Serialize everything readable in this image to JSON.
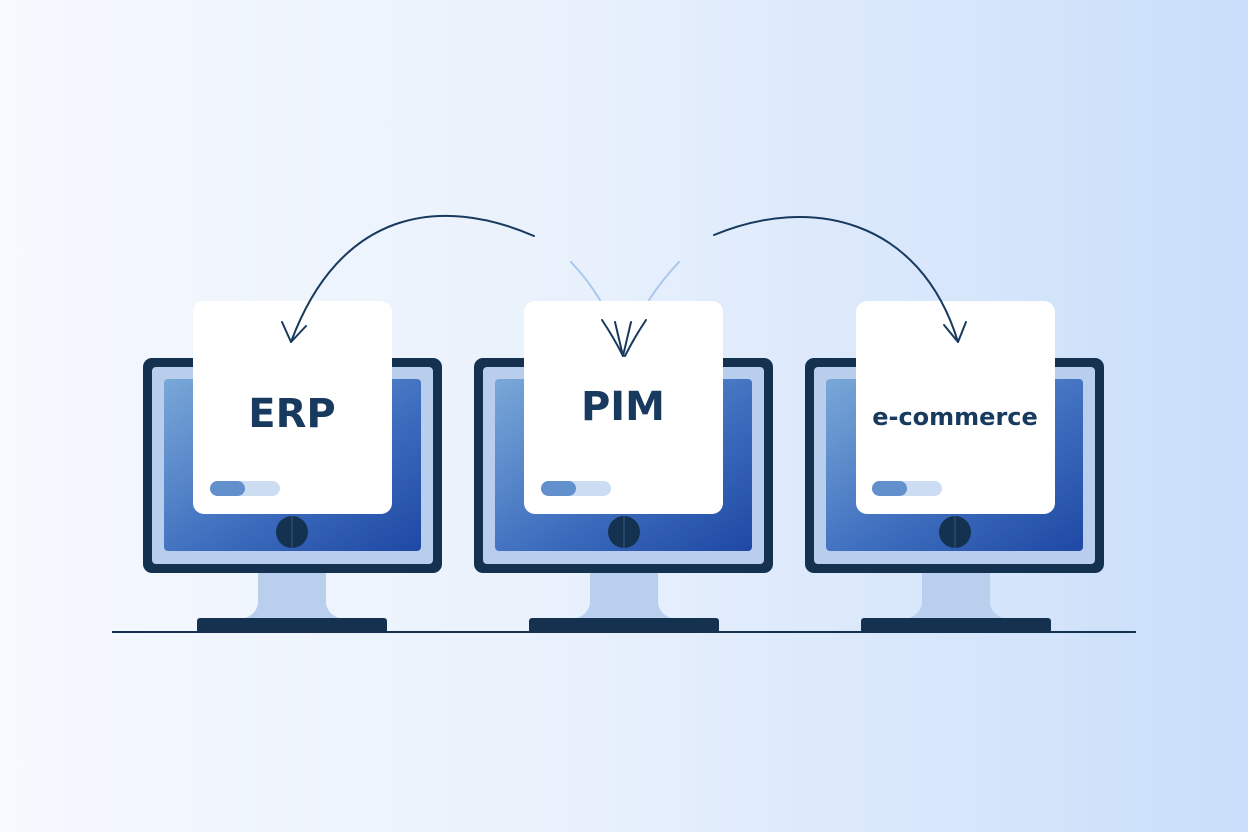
{
  "systems": [
    {
      "label": "ERP",
      "progress": 0.5
    },
    {
      "label": "PIM",
      "progress": 0.5
    },
    {
      "label": "e-commerce",
      "progress": 0.5
    }
  ],
  "colors": {
    "outline": "#14314f",
    "screen_light": "#6c9fd3",
    "screen_dark": "#1e4aa6",
    "bezel_inner": "#b9cdec",
    "card": "#ffffff",
    "progress_fill": "#6190cc",
    "progress_track": "#cbdcf3",
    "arrow": "#173a5e",
    "arrow_faint": "#a9c8ef",
    "stand": "#b8d0ee"
  },
  "icons": {
    "connector": "curved-arrow-icon",
    "sync": "incoming-arrows-icon",
    "camera": "webcam-icon"
  }
}
